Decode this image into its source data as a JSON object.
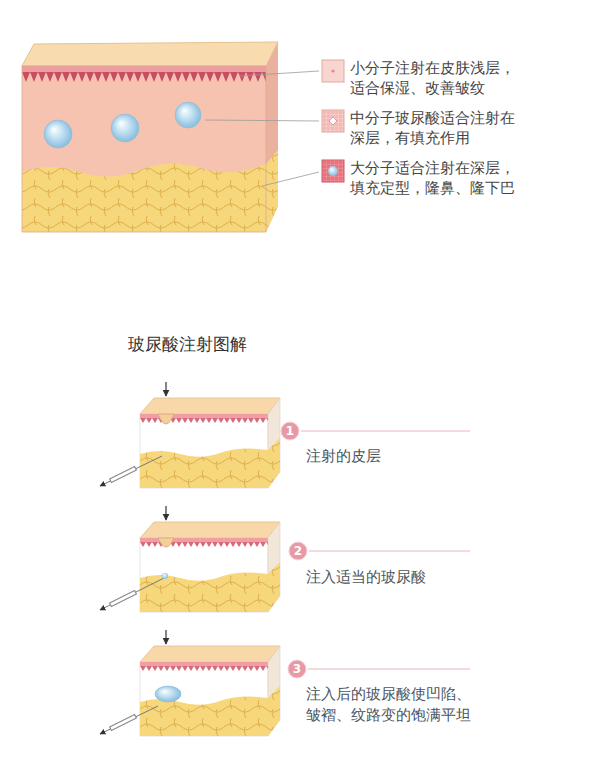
{
  "diagram": {
    "title": "玻尿酸注射图解",
    "nodes": [
      {
        "text": [
          "1"
        ]
      },
      {
        "text": [
          "2"
        ]
      },
      {
        "text": [
          "3"
        ]
      }
    ],
    "labels": [
      "注射的皮层",
      "注入适当的玻尿酸",
      "注入后的玻尿酸使凹陷、皱褶、纹路变的饱满平坦"
    ],
    "legend": [
      {
        "text": "小分子注射在皮肤浅层，适合保湿、改善皱纹"
      },
      {
        "text": "中分子玻尿酸适合注射在深层，有填充作用"
      },
      {
        "text": "大分子适合注射在深层，填充定型，隆鼻、隆下巴"
      }
    ]
  }
}
